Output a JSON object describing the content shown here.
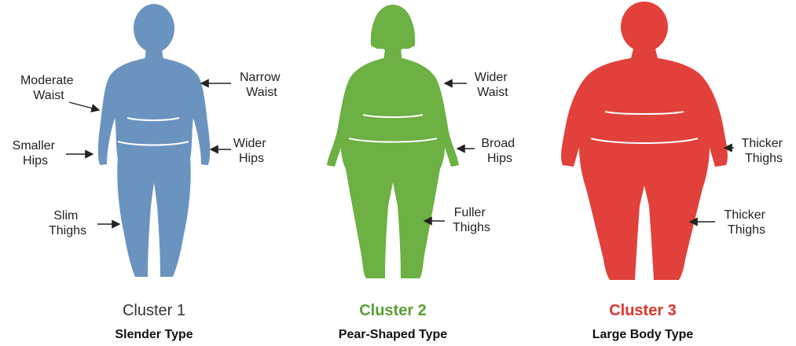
{
  "figures": [
    {
      "id": "cluster-1",
      "color": "#6b93c0",
      "title": "Cluster 1",
      "title_color": "#333333",
      "subtitle": "Slender Type",
      "labels": [
        {
          "l1": "Moderate",
          "l2": "Waist"
        },
        {
          "l1": "Narrow",
          "l2": "Waist"
        },
        {
          "l1": "Smaller",
          "l2": "Hips"
        },
        {
          "l1": "Wider",
          "l2": "Hips"
        },
        {
          "l1": "Slim",
          "l2": "Thighs"
        }
      ]
    },
    {
      "id": "cluster-2",
      "color": "#6db043",
      "title": "Cluster 2",
      "title_color": "#5a9e34",
      "subtitle": "Pear-Shaped Type",
      "labels": [
        {
          "l1": "Wider",
          "l2": "Waist"
        },
        {
          "l1": "Broad",
          "l2": "Hips"
        },
        {
          "l1": "Fuller",
          "l2": "Thighs"
        }
      ]
    },
    {
      "id": "cluster-3",
      "color": "#e2403a",
      "title": "Cluster 3",
      "title_color": "#e0342c",
      "subtitle": "Large Body Type",
      "labels": [
        {
          "l1": "Thicker",
          "l2": "Thighs"
        },
        {
          "l1": "Thicker",
          "l2": "Thighs"
        }
      ]
    }
  ]
}
